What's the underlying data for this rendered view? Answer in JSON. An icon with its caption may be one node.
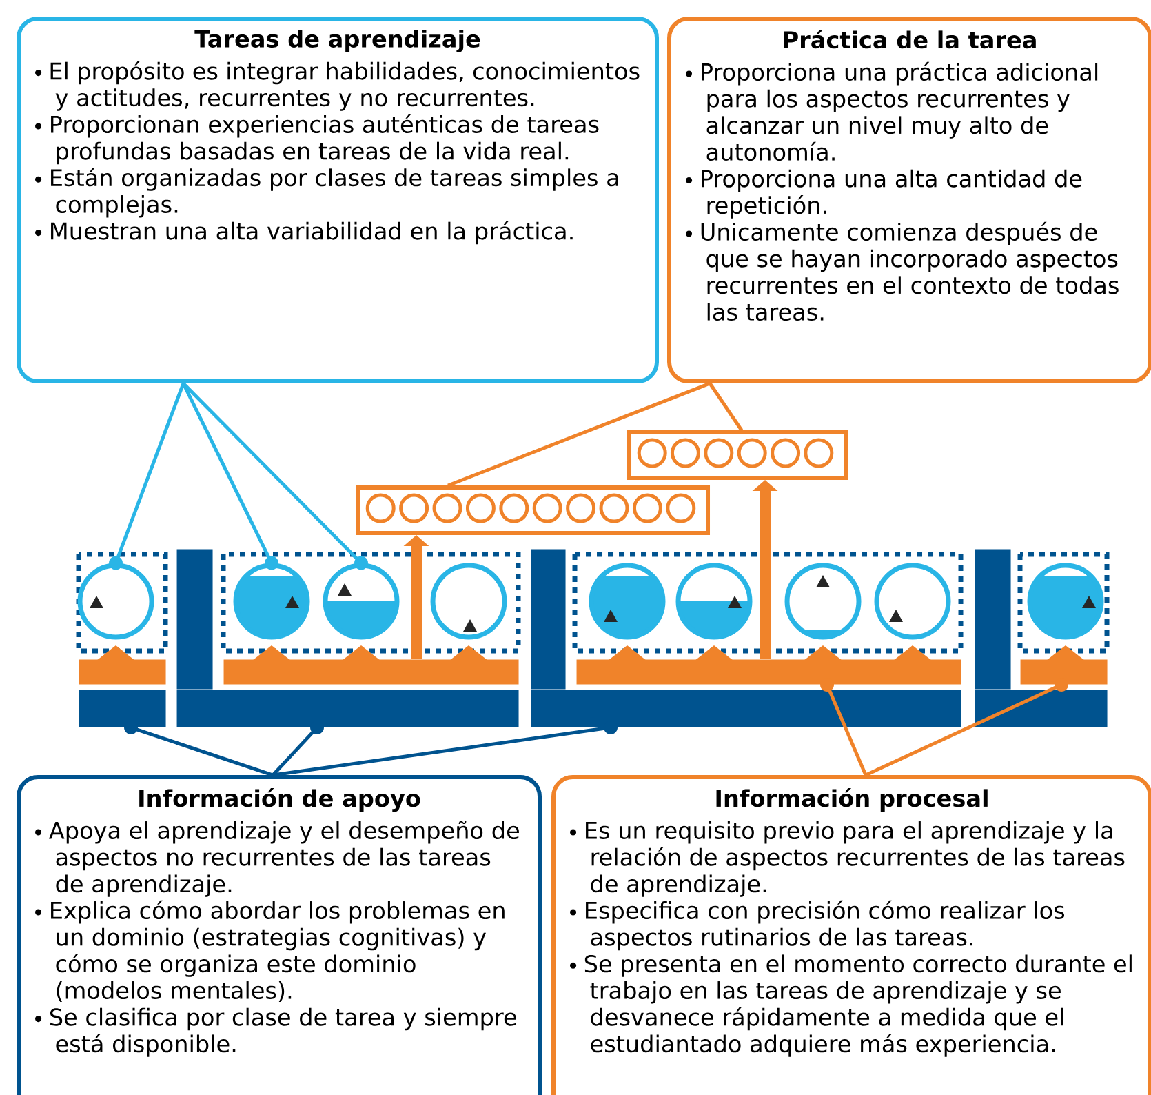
{
  "diagram": {
    "nodes": [
      {
        "text": [
          "Tareas de aprendizaje",
          "El propósito es integrar habilidades, conocimientos y actitudes, recurrentes y no recurrentes.",
          "Proporcionan experiencias auténticas de tareas profundas basadas en tareas de la vida real.",
          "Están organizadas por clases de tareas simples a complejas.",
          "Muestran una alta variabilidad en la práctica."
        ]
      },
      {
        "text": [
          "Práctica de la tarea",
          "Proporciona una práctica adicional para los aspectos recurrentes y alcanzar un nivel muy alto de autonomía.",
          "Proporciona una alta cantidad de repetición.",
          "Unicamente comienza después de que se hayan incorporado aspectos recurrentes en el contexto de todas las tareas."
        ]
      },
      {
        "text": [],
        "shape": "box"
      },
      {
        "text": [],
        "shape": "box"
      },
      {
        "text": [],
        "shape": "circle"
      },
      {
        "text": [],
        "shape": "circle"
      },
      {
        "text": [],
        "shape": "circle"
      },
      {
        "text": [],
        "shape": "circle"
      },
      {
        "text": [],
        "shape": "circle"
      },
      {
        "text": [],
        "shape": "circle"
      },
      {
        "text": [],
        "shape": "circle"
      },
      {
        "text": [],
        "shape": "circle"
      },
      {
        "text": [],
        "shape": "circle"
      },
      {
        "text": [],
        "shape": "bar"
      },
      {
        "text": [],
        "shape": "bar"
      },
      {
        "text": [],
        "shape": "bar"
      },
      {
        "text": [],
        "shape": "bar"
      },
      {
        "text": [],
        "shape": "bar"
      },
      {
        "text": [],
        "shape": "bar"
      },
      {
        "text": [],
        "shape": "bar"
      },
      {
        "text": [],
        "shape": "bar"
      },
      {
        "text": [
          "Información de apoyo",
          "Apoya el aprendizaje y el desempeño de aspectos no recurrentes de las tareas de aprendizaje.",
          "Explica cómo abordar los problemas en un dominio (estrategias cognitivas) y cómo se organiza este dominio (modelos mentales).",
          "Se clasifica por clase de tarea y siempre está disponible."
        ]
      },
      {
        "text": [
          "Información procesal",
          "Es un requisito previo para el aprendizaje y la relación de aspectos recurrentes de las tareas de aprendizaje.",
          "Especifica con precisión cómo realizar los aspectos rutinarios de las tareas.",
          "Se presenta en el momento correcto durante el trabajo en las tareas de aprendizaje y se desvanece rápidamente a medida que el estudiantado adquiere más experiencia."
        ]
      },
      {
        "text": [],
        "shape": "bar"
      },
      {
        "text": [],
        "shape": "bar"
      },
      {
        "text": [],
        "shape": "bar"
      }
    ],
    "edges": [
      {
        "from": 0,
        "to": 4,
        "arrow": "other",
        "color": "#29b5e6"
      },
      {
        "from": 0,
        "to": 5,
        "arrow": "other",
        "color": "#29b5e6"
      },
      {
        "from": 0,
        "to": 6,
        "arrow": "other",
        "color": "#29b5e6"
      },
      {
        "from": 1,
        "to": 2,
        "arrow": "none"
      },
      {
        "from": 1,
        "to": 3,
        "arrow": "none"
      },
      {
        "from": 14,
        "to": 2,
        "arrow": "to",
        "style": "thick"
      },
      {
        "from": 15,
        "to": 3,
        "arrow": "to",
        "style": "thick"
      },
      {
        "from": 21,
        "to": 17,
        "arrow": "other",
        "color": "#00538f"
      },
      {
        "from": 21,
        "to": 18,
        "arrow": "other",
        "color": "#00538f"
      },
      {
        "from": 21,
        "to": 19,
        "arrow": "other",
        "color": "#00538f"
      },
      {
        "from": 22,
        "to": 15,
        "arrow": "other"
      },
      {
        "from": 22,
        "to": 16,
        "arrow": "other"
      }
    ]
  }
}
